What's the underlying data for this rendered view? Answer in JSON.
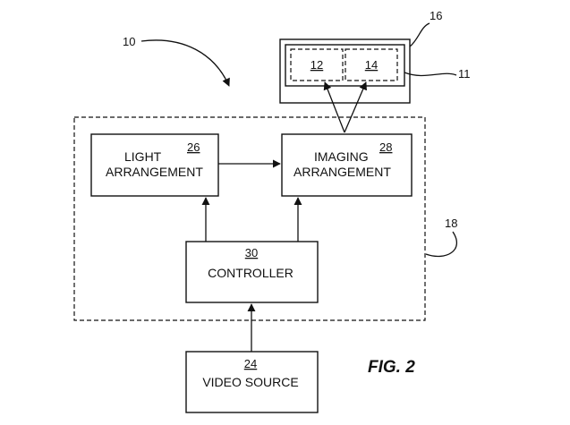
{
  "figure_label": "FIG. 2",
  "refs": {
    "system": "10",
    "screen_panel": "11",
    "sub_image_a": "12",
    "sub_image_b": "14",
    "screen": "16",
    "dashed_enclosure": "18"
  },
  "blocks": {
    "light": {
      "line1": "LIGHT",
      "line2": "ARRANGEMENT",
      "ref": "26"
    },
    "imaging": {
      "line1": "IMAGING",
      "line2": "ARRANGEMENT",
      "ref": "28"
    },
    "controller": {
      "label": "CONTROLLER",
      "ref": "30"
    },
    "video": {
      "label": "VIDEO SOURCE",
      "ref": "24"
    }
  }
}
